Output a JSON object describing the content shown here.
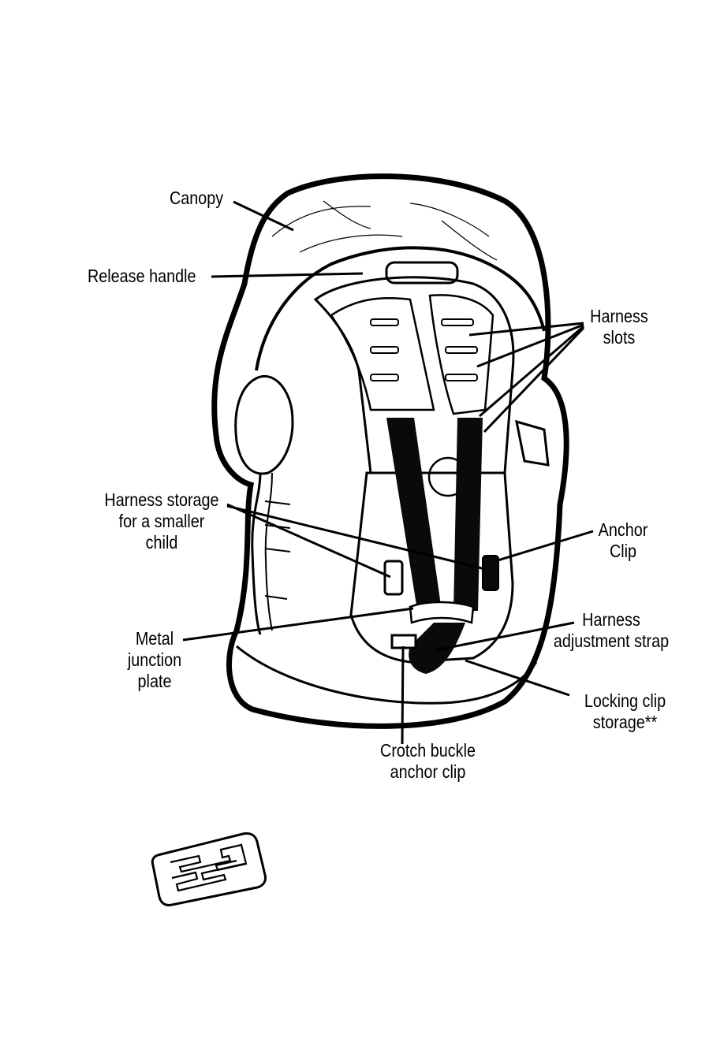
{
  "labels": {
    "canopy": "Canopy",
    "release_handle": "Release handle",
    "harness_slots": [
      "Harness",
      "slots"
    ],
    "harness_storage": [
      "Harness storage",
      "for a smaller",
      "child"
    ],
    "anchor_clip": [
      "Anchor",
      "Clip"
    ],
    "metal_junction_plate": [
      "Metal",
      "junction",
      "plate"
    ],
    "harness_adjustment_strap": [
      "Harness",
      "adjustment strap"
    ],
    "locking_clip_storage": [
      "Locking clip",
      "storage**"
    ],
    "crotch_buckle_anchor_clip": [
      "Crotch buckle",
      "anchor clip"
    ]
  },
  "colors": {
    "ink": "#000000",
    "paper": "#ffffff",
    "strap": "#0a0a0a"
  },
  "icons": [
    "car-seat-illustration",
    "locking-clip-icon"
  ]
}
